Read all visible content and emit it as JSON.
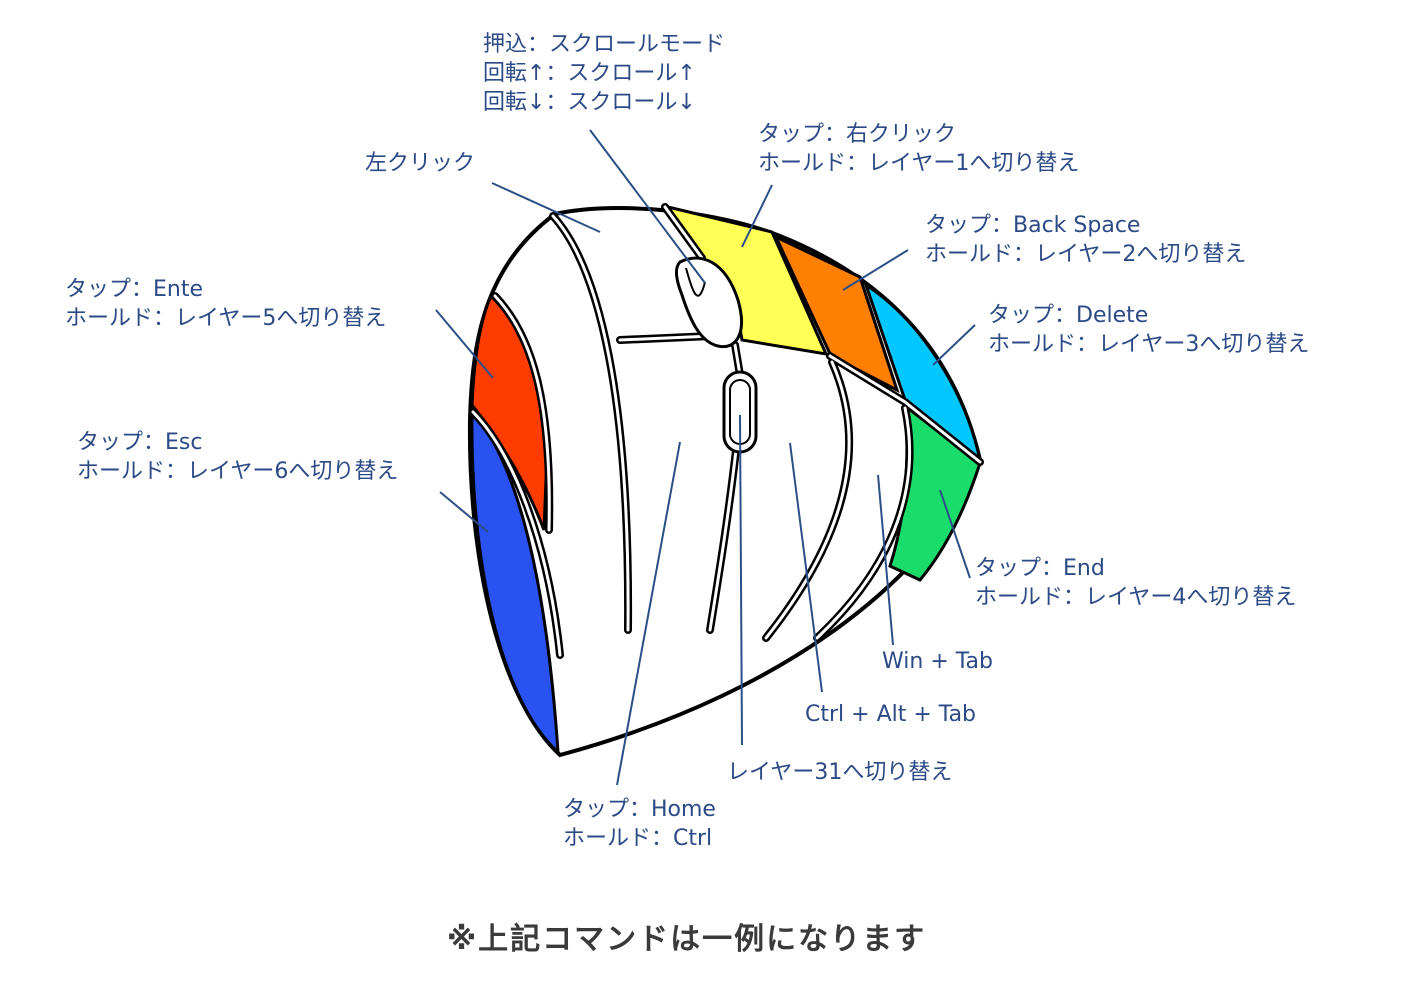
{
  "labels": {
    "wheel": [
      "押込：スクロールモード",
      "回転↑：スクロール↑",
      "回転↓：スクロール↓"
    ],
    "left_click": "左クリック",
    "right_click": [
      "タップ：右クリック",
      "ホールド：レイヤー1へ切り替え"
    ],
    "back_space": [
      "タップ：Back Space",
      "ホールド：レイヤー2へ切り替え"
    ],
    "delete": [
      "タップ：Delete",
      "ホールド：レイヤー3へ切り替え"
    ],
    "enter": [
      "タップ：Ente",
      "ホールド：レイヤー5へ切り替え"
    ],
    "esc": [
      "タップ：Esc",
      "ホールド：レイヤー6へ切り替え"
    ],
    "end": [
      "タップ：End",
      "ホールド：レイヤー4へ切り替え"
    ],
    "win_tab": "Win + Tab",
    "ctrl_alt_tab": "Ctrl + Alt + Tab",
    "layer31": "レイヤー31へ切り替え",
    "home": [
      "タップ：Home",
      "ホールド：Ctrl"
    ]
  },
  "footnote": "※上記コマンドは一例になります",
  "colors": {
    "yellow": "#ffff55",
    "orange": "#ff7f00",
    "cyan": "#00c8ff",
    "green": "#1adc6a",
    "red": "#ff3c00",
    "blue": "#2a52f0",
    "label": "#2b4a86"
  }
}
